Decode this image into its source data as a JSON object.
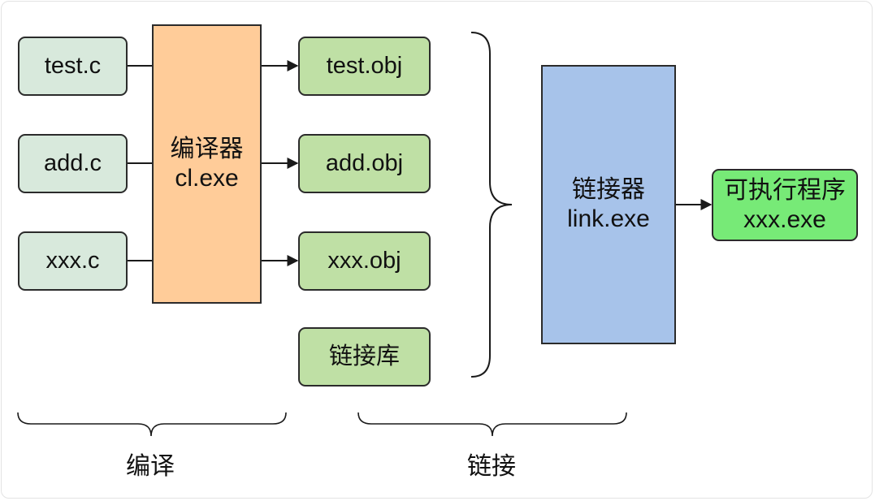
{
  "colors": {
    "source_fill": "#d8e9dc",
    "object_fill": "#bfe0a5",
    "compiler_fill": "#ffcc99",
    "linker_fill": "#a7c3ea",
    "executable_fill": "#77ea77",
    "stroke": "#2b2b2b"
  },
  "sources": [
    {
      "label": "test.c"
    },
    {
      "label": "add.c"
    },
    {
      "label": "xxx.c"
    }
  ],
  "compiler": {
    "title": "编译器",
    "name": "cl.exe"
  },
  "objects": [
    {
      "label": "test.obj"
    },
    {
      "label": "add.obj"
    },
    {
      "label": "xxx.obj"
    },
    {
      "label": "链接库"
    }
  ],
  "linker": {
    "title": "链接器",
    "name": "link.exe"
  },
  "executable": {
    "title": "可执行程序",
    "name": "xxx.exe"
  },
  "phases": {
    "compile_label": "编译",
    "link_label": "链接"
  }
}
